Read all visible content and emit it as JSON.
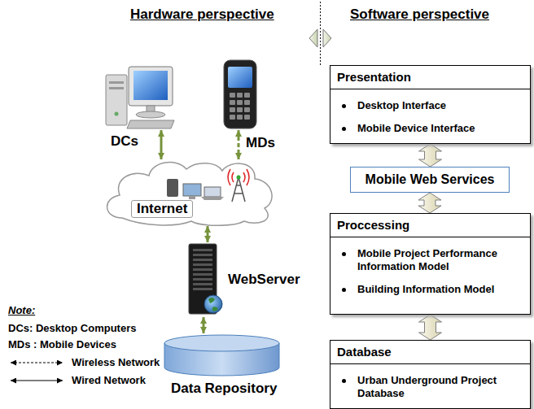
{
  "diagram": {
    "nodes": [
      {
        "text": [
          "DCs"
        ]
      },
      {
        "text": [
          "MDs"
        ]
      },
      {
        "text": [
          "Internet"
        ]
      },
      {
        "text": [
          "WebServer"
        ]
      },
      {
        "text": [
          "Data Repository"
        ]
      },
      {
        "text": [
          "Presentation",
          "Desktop Interface",
          "Mobile Device Interface"
        ]
      },
      {
        "text": [
          "Mobile Web Services"
        ]
      },
      {
        "text": [
          "Proccessing",
          "Mobile Project Performance Information Model",
          "Building Information Model"
        ]
      },
      {
        "text": [
          "Database",
          "Urban Underground Project Database"
        ]
      }
    ],
    "edges": [
      {
        "from": 0,
        "to": 2,
        "arrow": "both"
      },
      {
        "from": 1,
        "to": 2,
        "arrow": "both"
      },
      {
        "from": 2,
        "to": 3,
        "arrow": "both"
      },
      {
        "from": 3,
        "to": 4,
        "arrow": "both"
      },
      {
        "from": 5,
        "to": 6,
        "arrow": "both"
      },
      {
        "from": 6,
        "to": 7,
        "arrow": "both"
      },
      {
        "from": 7,
        "to": 8,
        "arrow": "both"
      }
    ],
    "labels": [
      "Hardware perspective",
      "Software perspective",
      "Note:",
      "DCs: Desktop Computers",
      "MDs : Mobile Devices"
    ],
    "legend": [
      {
        "text": "Wireless Network"
      },
      {
        "text": "Wired Network"
      }
    ]
  }
}
